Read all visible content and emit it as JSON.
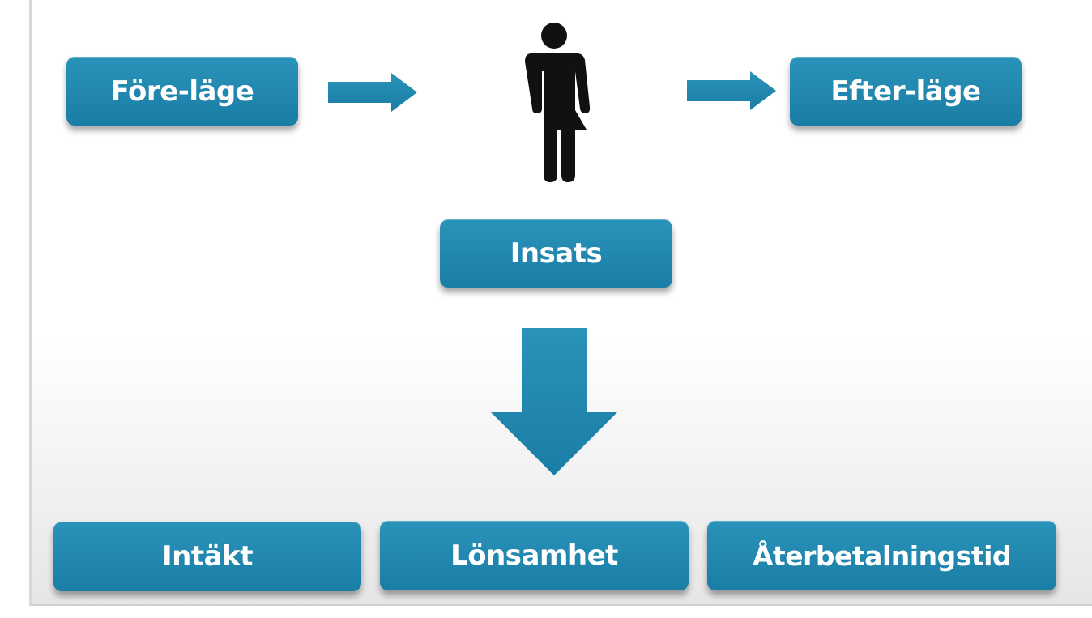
{
  "diagram": {
    "top_row": {
      "before_label": "Före-läge",
      "after_label": "Efter-läge"
    },
    "center": {
      "person_icon": "gender-neutral-person-icon",
      "intervention_label": "Insats"
    },
    "outcomes": [
      {
        "label": "Intäkt"
      },
      {
        "label": "Lönsamhet"
      },
      {
        "label": "Återbetalningstid"
      }
    ],
    "colors": {
      "box": "#1f86ae",
      "arrow": "#1f86ae",
      "icon": "#111111",
      "text": "#ffffff"
    }
  }
}
